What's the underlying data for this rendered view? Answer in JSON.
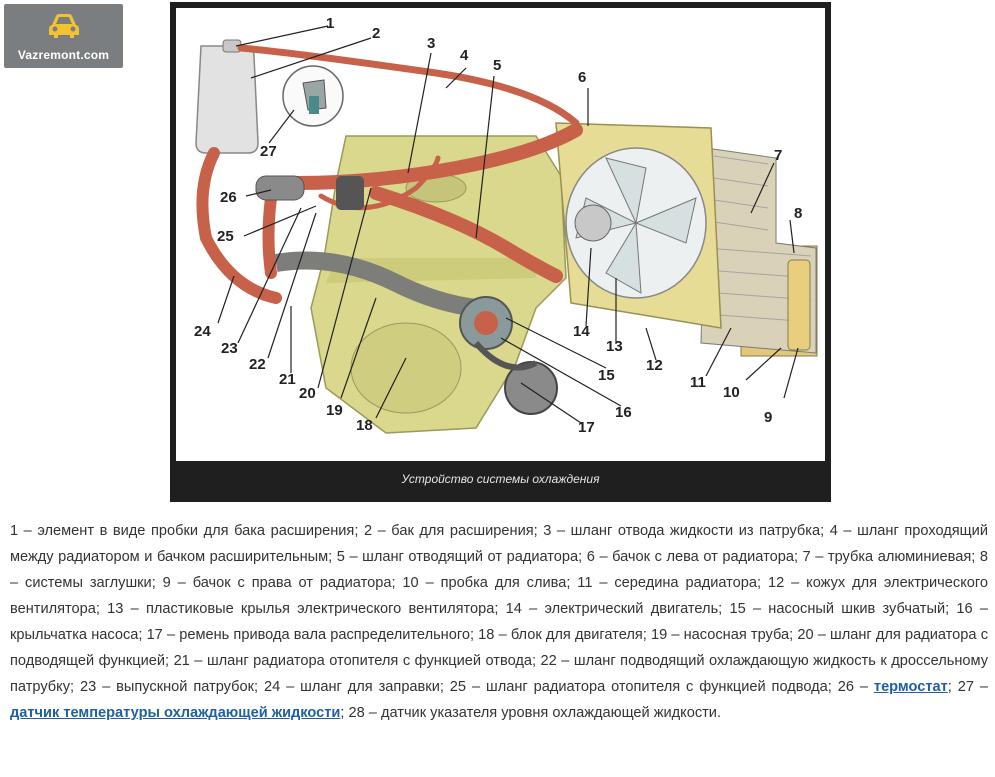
{
  "logo": {
    "text": "Vazremont.com",
    "icon": "car-icon"
  },
  "figure": {
    "caption": "Устройство системы охлаждения",
    "callouts": [
      "1",
      "2",
      "3",
      "4",
      "5",
      "6",
      "7",
      "8",
      "9",
      "10",
      "11",
      "12",
      "13",
      "14",
      "15",
      "16",
      "17",
      "18",
      "19",
      "20",
      "21",
      "22",
      "23",
      "24",
      "25",
      "26",
      "27"
    ]
  },
  "legend": {
    "part1": "1 – элемент в виде пробки для бака расширения; 2 – бак для расширения; 3 – шланг отвода жидкости из патрубка; 4 – шланг проходящий между радиатором и бачком расширительным; 5 – шланг отводящий от радиатора; 6 – бачок с лева от радиатора; 7 – трубка алюминиевая; 8 – системы заглушки; 9 – бачок с права от радиатора; 10 – пробка для слива; 11 – середина радиатора; 12 – кожух для электрического вентилятора; 13 – пластиковые крылья электрического вентилятора; 14 – электрический двигатель; 15 – насосный шкив зубчатый; 16 – крыльчатка насоса; 17 – ремень привода вала распределительного; 18 – блок для двигателя; 19 – насосная труба; 20 – шланг для радиатора с подводящей функцией; 21 – шланг радиатора отопителя с функцией отвода; 22 – шланг подводящий охлаждающую жидкость к дроссельному патрубку; 23 – выпускной патрубок; 24 – шланг для заправки; 25 – шланг радиатора отопителя с функцией подвода; 26 – ",
    "link1": "термостат",
    "part2": "; 27 – ",
    "link2": "датчик температуры охлаждающей жидкости",
    "part3": "; 28 – датчик указателя уровня охлаждающей жидкости."
  },
  "colors": {
    "hose": "#c8614a",
    "engine": "#d9d88c",
    "radiator": "#e6dc95",
    "pipe": "#7d7d7a",
    "tank": "#e2e2e2",
    "frame": "#1f1f1f",
    "link": "#1f5fa6"
  }
}
